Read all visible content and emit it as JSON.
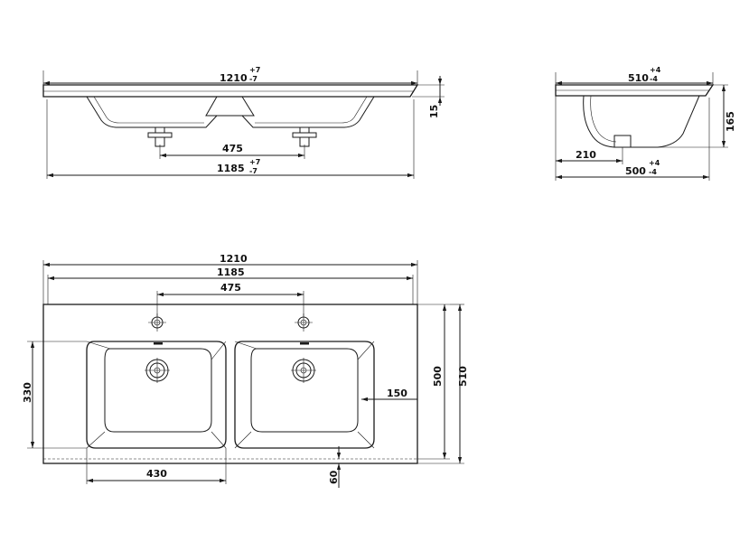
{
  "front_view": {
    "width_overall": "1210",
    "width_overall_tolerance": "+7\n-7",
    "top_thickness": "15",
    "tap_spacing": "475",
    "width_inner": "1185",
    "width_inner_tolerance": "+7\n-7"
  },
  "side_view": {
    "depth_overall": "510",
    "depth_overall_tolerance": "+4\n-4",
    "height": "165",
    "drain_offset": "210",
    "depth_inner": "500",
    "depth_inner_tolerance": "+4\n-4"
  },
  "plan_view": {
    "width_overall": "1210",
    "width_inner": "1185",
    "tap_spacing": "475",
    "bowl_depth": "330",
    "bowl_width": "430",
    "side_margin": "150",
    "front_margin": "60",
    "depth_inner": "500",
    "depth_overall": "510"
  }
}
